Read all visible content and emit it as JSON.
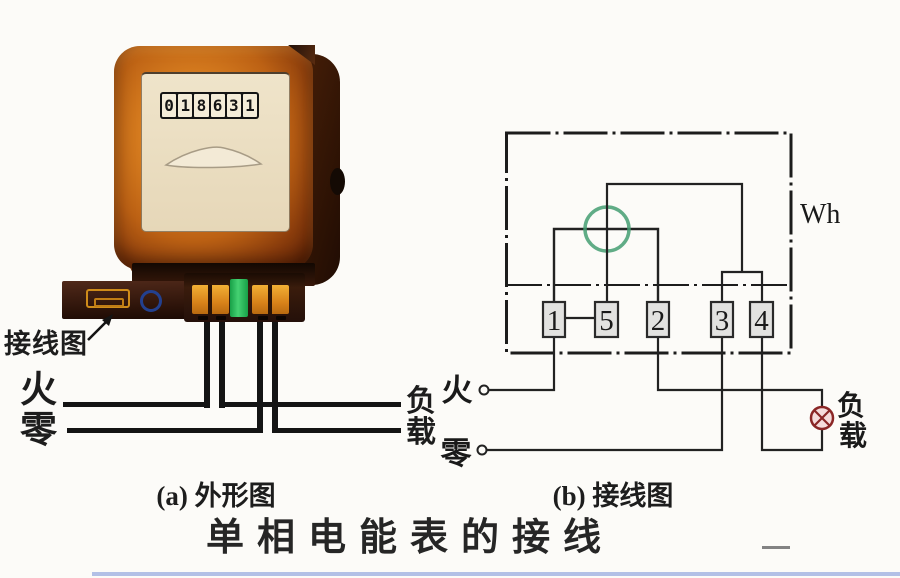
{
  "title": "单相电能表的接线",
  "caption_a": "(a) 外形图",
  "caption_b": "(b) 接线图",
  "meter": {
    "counter_digits": [
      "0",
      "1",
      "8",
      "6",
      "3",
      "1"
    ]
  },
  "diagram_a": {
    "plate_label": "接线图",
    "live_label": "火",
    "neutral_label": "零",
    "load_label_top": "负",
    "load_label_bottom": "载"
  },
  "diagram_b": {
    "live_label": "火",
    "neutral_label": "零",
    "load_label_top": "负",
    "load_label_bottom": "载",
    "unit_label": "Wh",
    "terminals": [
      "1",
      "5",
      "2",
      "3",
      "4"
    ]
  },
  "colors": {
    "meter_orange": "#c96a1e",
    "meter_dark_brown": "#2e1408",
    "panel_cream": "#ece0c6",
    "terminal_orange": "#e59a22",
    "terminal_green": "#2fb85e",
    "seal_blue": "#23408f",
    "coil_green": "#449d72",
    "lamp_red": "#8a2626",
    "line_black": "#1d1d1d",
    "bottom_rule_blue": "#b3c0e6"
  }
}
